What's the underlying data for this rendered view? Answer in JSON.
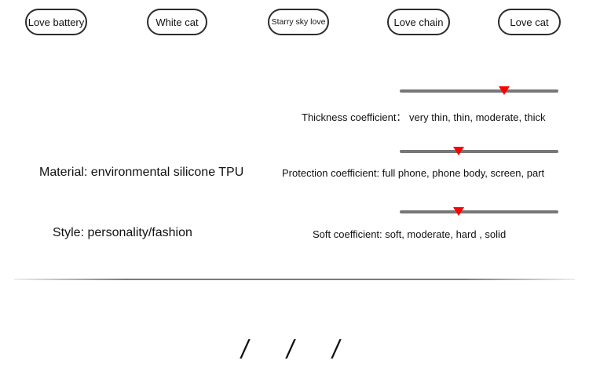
{
  "styles": [
    {
      "label": "Love battery"
    },
    {
      "label": "White cat"
    },
    {
      "label": "Starry sky love"
    },
    {
      "label": "Love chain"
    },
    {
      "label": "Love cat"
    }
  ],
  "coefficients": [
    {
      "text": "Thickness coefficient：  very thin,  thin,  moderate,  thick",
      "options": [
        "very thin",
        "thin",
        "moderate",
        "thick"
      ],
      "level": 0.66
    },
    {
      "text": "Protection coefficient:  full phone,  phone body,   screen,  part",
      "options": [
        "full phone",
        "phone body",
        "screen",
        "part"
      ],
      "level": 0.37
    },
    {
      "text": "Soft coefficient:  soft,   moderate,  hard ,  solid",
      "options": [
        "soft",
        "moderate",
        "hard",
        "solid"
      ],
      "level": 0.37
    }
  ],
  "specs": {
    "material": "Material:  environmental silicone TPU",
    "style": "Style:    personality/fashion"
  },
  "footer": {
    "slashes": [
      "/",
      "/",
      "/"
    ]
  },
  "colors": {
    "marker": "#ff0000",
    "track": "#777777",
    "pill_border": "#2b2b2b"
  }
}
